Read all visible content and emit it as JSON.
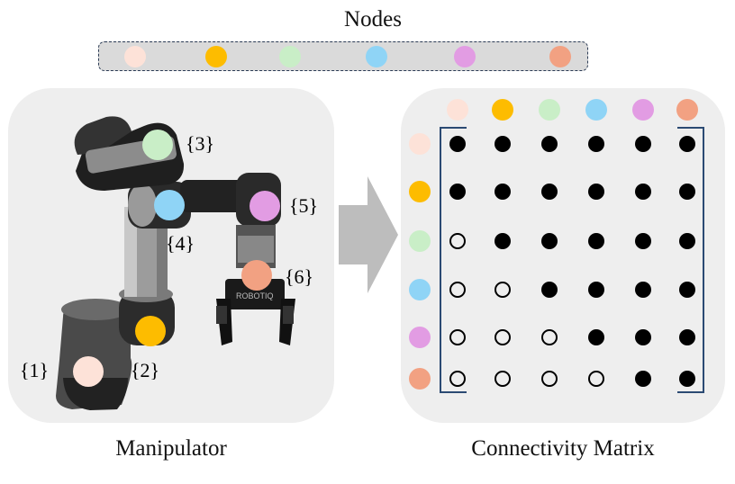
{
  "title": "Nodes",
  "captions": {
    "left": "Manipulator",
    "right": "Connectivity Matrix"
  },
  "nodes": [
    {
      "color": "#fde2d8"
    },
    {
      "color": "#fdbc00"
    },
    {
      "color": "#c9eec7"
    },
    {
      "color": "#8fd4f6"
    },
    {
      "color": "#e29ce3"
    },
    {
      "color": "#f2a182"
    }
  ],
  "frame_labels": [
    "{1}",
    "{2}",
    "{3}",
    "{4}",
    "{5}",
    "{6}"
  ],
  "matrix": [
    [
      1,
      1,
      1,
      1,
      1,
      1
    ],
    [
      1,
      1,
      1,
      1,
      1,
      1
    ],
    [
      0,
      1,
      1,
      1,
      1,
      1
    ],
    [
      0,
      0,
      1,
      1,
      1,
      1
    ],
    [
      0,
      0,
      0,
      1,
      1,
      1
    ],
    [
      0,
      0,
      0,
      0,
      1,
      1
    ]
  ],
  "icons": {
    "arrow": "right-arrow-icon",
    "robot": "robot-arm-illustration"
  }
}
